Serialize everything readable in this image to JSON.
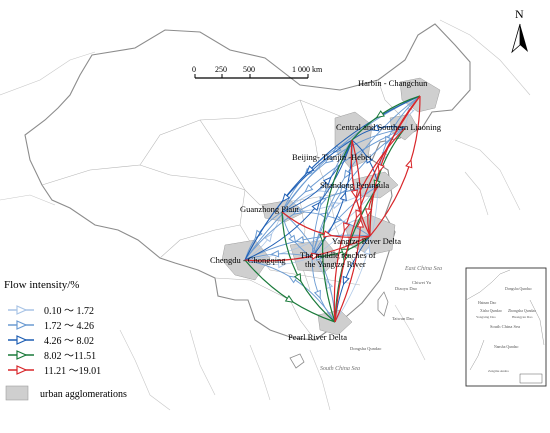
{
  "north_label": "N",
  "scale": {
    "ticks": [
      "0",
      "250",
      "500",
      "1 000 km"
    ]
  },
  "legend": {
    "title": "Flow intensity/%",
    "classes": [
      {
        "label": "0.10 ～ 1.72",
        "color": "#a9c4e6"
      },
      {
        "label": "1.72 ～ 4.26",
        "color": "#6b9bd2"
      },
      {
        "label": "4.26 ～ 8.02",
        "color": "#1f5fb4"
      },
      {
        "label": "8.02 ～11.51",
        "color": "#1a7a3a"
      },
      {
        "label": "11.21 ～19.01",
        "color": "#d8262a"
      }
    ],
    "area_label": "urban agglomerations"
  },
  "regions": [
    {
      "id": "hc",
      "name": "Harbin - Changchun"
    },
    {
      "id": "csl",
      "name": "Central and Southern Liaoning"
    },
    {
      "id": "bth",
      "name": "Beijing- Tianjin -Hebei"
    },
    {
      "id": "sd",
      "name": "Shandong Peninsula"
    },
    {
      "id": "gz",
      "name": "Guanzhong Plain"
    },
    {
      "id": "yrd",
      "name": "Yangtze River Delta"
    },
    {
      "id": "cc",
      "name": "Chengdu - Chongqing"
    },
    {
      "id": "myr",
      "name": "The middle reaches of the Yangtze River"
    },
    {
      "id": "prd",
      "name": "Pearl River Delta"
    }
  ],
  "flows": [
    {
      "from": "hc",
      "to": "prd",
      "class": 4
    },
    {
      "from": "hc",
      "to": "yrd",
      "class": 4
    },
    {
      "from": "csl",
      "to": "prd",
      "class": 4
    },
    {
      "from": "bth",
      "to": "yrd",
      "class": 4
    },
    {
      "from": "prd",
      "to": "bth",
      "class": 4
    },
    {
      "from": "gz",
      "to": "yrd",
      "class": 4
    },
    {
      "from": "cc",
      "to": "yrd",
      "class": 4
    },
    {
      "from": "yrd",
      "to": "hc",
      "class": 4
    },
    {
      "from": "sd",
      "to": "yrd",
      "class": 4
    },
    {
      "from": "hc",
      "to": "bth",
      "class": 3
    },
    {
      "from": "csl",
      "to": "yrd",
      "class": 3
    },
    {
      "from": "bth",
      "to": "prd",
      "class": 3
    },
    {
      "from": "cc",
      "to": "prd",
      "class": 3
    },
    {
      "from": "myr",
      "to": "yrd",
      "class": 3
    },
    {
      "from": "gz",
      "to": "prd",
      "class": 3
    },
    {
      "from": "sd",
      "to": "prd",
      "class": 3
    },
    {
      "from": "hc",
      "to": "cc",
      "class": 2
    },
    {
      "from": "csl",
      "to": "bth",
      "class": 2
    },
    {
      "from": "bth",
      "to": "cc",
      "class": 2
    },
    {
      "from": "myr",
      "to": "bth",
      "class": 2
    },
    {
      "from": "cc",
      "to": "bth",
      "class": 2
    },
    {
      "from": "yrd",
      "to": "prd",
      "class": 2
    },
    {
      "from": "sd",
      "to": "bth",
      "class": 2
    },
    {
      "from": "gz",
      "to": "bth",
      "class": 2
    },
    {
      "from": "hc",
      "to": "gz",
      "class": 1
    },
    {
      "from": "hc",
      "to": "myr",
      "class": 1
    },
    {
      "from": "hc",
      "to": "sd",
      "class": 1
    },
    {
      "from": "csl",
      "to": "cc",
      "class": 1
    },
    {
      "from": "csl",
      "to": "myr",
      "class": 1
    },
    {
      "from": "csl",
      "to": "gz",
      "class": 1
    },
    {
      "from": "bth",
      "to": "myr",
      "class": 1
    },
    {
      "from": "bth",
      "to": "gz",
      "class": 1
    },
    {
      "from": "sd",
      "to": "cc",
      "class": 1
    },
    {
      "from": "sd",
      "to": "myr",
      "class": 1
    },
    {
      "from": "gz",
      "to": "cc",
      "class": 1
    },
    {
      "from": "gz",
      "to": "myr",
      "class": 1
    },
    {
      "from": "myr",
      "to": "cc",
      "class": 1
    },
    {
      "from": "myr",
      "to": "prd",
      "class": 1
    },
    {
      "from": "prd",
      "to": "cc",
      "class": 1
    },
    {
      "from": "yrd",
      "to": "cc",
      "class": 1
    },
    {
      "from": "yrd",
      "to": "gz",
      "class": 1
    },
    {
      "from": "prd",
      "to": "gz",
      "class": 1
    },
    {
      "from": "hc",
      "to": "csl",
      "class": 0
    },
    {
      "from": "cc",
      "to": "gz",
      "class": 0
    },
    {
      "from": "sd",
      "to": "gz",
      "class": 0
    },
    {
      "from": "myr",
      "to": "sd",
      "class": 0
    },
    {
      "from": "cc",
      "to": "myr",
      "class": 0
    },
    {
      "from": "cc",
      "to": "sd",
      "class": 0
    },
    {
      "from": "gz",
      "to": "sd",
      "class": 0
    },
    {
      "from": "prd",
      "to": "myr",
      "class": 0
    },
    {
      "from": "csl",
      "to": "sd",
      "class": 0
    },
    {
      "from": "prd",
      "to": "sd",
      "class": 0
    }
  ],
  "sea_labels": [
    "East China Sea",
    "South China Sea"
  ],
  "island_labels": [
    "Diaoyu Dao",
    "Chiwei Yu",
    "Taiwan Dao",
    "Dongsha Qundao",
    "Xisha Qundao",
    "Zhongsha Qundao",
    "Huangyan Dao",
    "Nansha Qundao"
  ],
  "inset": {
    "title": "South China Sea",
    "labels": [
      "Dongsha Qundao",
      "Hainan Dao",
      "Xisha Qundao",
      "Yongxing Dao",
      "Zhongsha Qundao",
      "Huangyan Dao",
      "Nansha Qundao",
      "Zengmu Ansha"
    ]
  }
}
